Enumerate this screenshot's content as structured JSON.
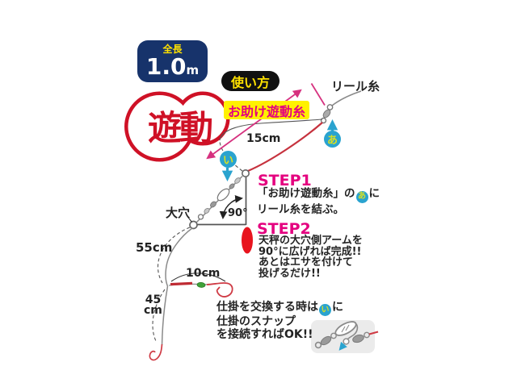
{
  "diagram": {
    "total_length_badge": {
      "title": "全長",
      "value": "1.0",
      "unit": "m"
    },
    "usage_badge": "使い方",
    "slide_stamp": "遊動",
    "helper_line_label": "お助け遊動糸",
    "marker_a": "あ",
    "marker_i": "い",
    "labels": {
      "reel_line": "リール糸",
      "len15": "15cm",
      "big_hole": "大穴",
      "angle": "90°",
      "len55": "55cm",
      "len10": "10cm",
      "len45_num": "45",
      "len45_unit": "cm"
    },
    "step1": {
      "title": "STEP1",
      "l1_pre": "「お助け遊動糸」の",
      "l1_post": "に",
      "l2": "リール糸を結ぶ。"
    },
    "step2": {
      "title": "STEP2",
      "l1": "天秤の大穴側アームを",
      "l2": "90°に広げれば完成!!",
      "l3": "あとはエサを付けて",
      "l4": "投げるだけ!!"
    },
    "note": {
      "l1_pre": "仕掛を交換する時は",
      "l1_post": "に",
      "l2": "仕掛のスナップ",
      "l3": "を接続すればOK!!"
    },
    "colors": {
      "magenta": "#e4007f",
      "cyan": "#2aa3cf",
      "yellow": "#fff100",
      "stamp_red": "#cf1126",
      "line_red": "#c6323e",
      "weight_red": "#e8141e",
      "navy": "#17336b",
      "marker_text": "#d9e021"
    }
  }
}
